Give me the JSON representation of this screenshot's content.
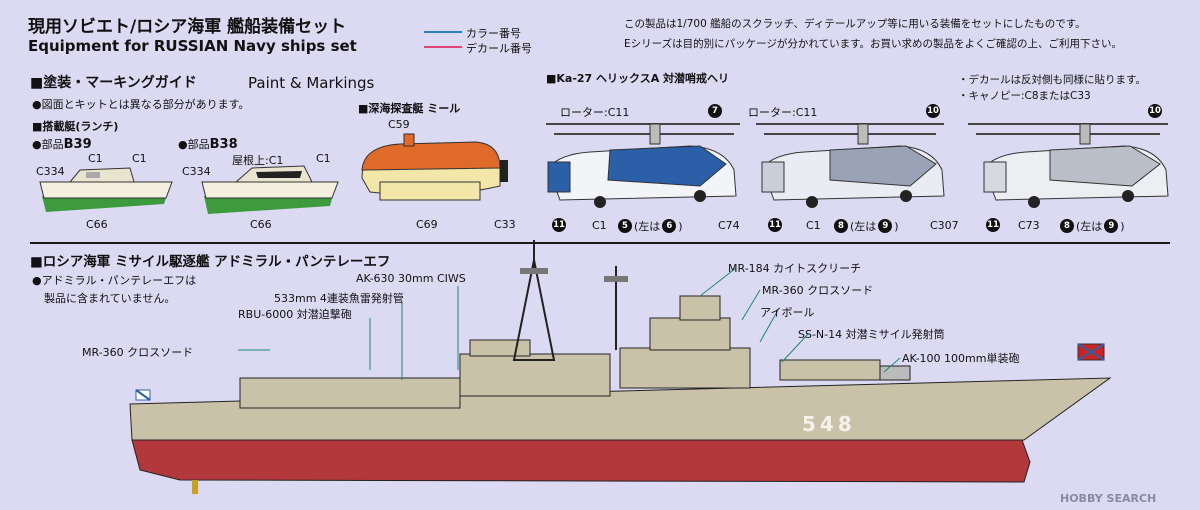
{
  "header": {
    "title_jp": "現用ソビエト/ロシア海軍 艦船装備セット",
    "title_en": "Equipment for RUSSIAN Navy ships set",
    "legend_color": "カラー番号",
    "legend_decal": "デカール番号",
    "legend_color_hex": "#2a7fc0",
    "legend_decal_hex": "#e0457a",
    "desc_line1": "この製品は1/700 艦船のスクラッチ、ディテールアップ等に用いる装備をセットにしたものです。",
    "desc_line2": "Eシリーズは目的別にパッケージが分かれています。お買い求めの製品をよくご確認の上、ご利用下さい。"
  },
  "paint": {
    "heading_jp": "■塗装・マーキングガイド",
    "heading_en": "Paint & Markings",
    "note": "●図面とキットとは異なる部分があります。"
  },
  "launch": {
    "heading": "■搭載艇(ランチ)",
    "b39_prefix": "●部品",
    "b39_part": "B39",
    "b38_prefix": "●部品",
    "b38_part": "B38",
    "b39_labels": {
      "c334": "C334",
      "c1a": "C1",
      "c1b": "C1",
      "c66": "C66"
    },
    "b38_labels": {
      "c334": "C334",
      "roof": "屋根上:C1",
      "c1": "C1",
      "c66": "C66"
    }
  },
  "sub": {
    "heading": "■深海探査艇 ミール",
    "c59": "C59",
    "c69": "C69",
    "c33": "C33"
  },
  "heli": {
    "heading": "■Ka-27 ヘリックスA 対潜哨戒ヘリ",
    "rotor1": "ローター:C11",
    "rotor2": "ローター:C11",
    "c1a": "C1",
    "c74": "C74",
    "c1b": "C1",
    "c307": "C307",
    "c73": "C73",
    "left_of": "(左は",
    "close": ")",
    "n7": "7",
    "n10": "10",
    "n11": "11",
    "n5": "5",
    "n6": "6",
    "n8": "8",
    "n9": "9",
    "note1": "・デカールは反対側も同様に貼ります。",
    "note2": "・キャノピー:C8またはC33"
  },
  "ship": {
    "heading": "■ロシア海軍 ミサイル駆逐艦 アドミラル・パンテレーエフ",
    "note1": "●アドミラル・パンテレーエフは",
    "note2": "製品に含まれていません。",
    "hull_number": "548",
    "labels": {
      "ak630": "AK-630 30mm CIWS",
      "torpedo": "533mm 4連装魚雷発射管",
      "rbu": "RBU-6000 対潜迫撃砲",
      "mr360a": "MR-360 クロスソード",
      "mr184": "MR-184 カイトスクリーチ",
      "mr360b": "MR-360 クロスソード",
      "eyeball": "アイボール",
      "ssn14": "SS-N-14 対潜ミサイル発射筒",
      "ak100": "AK-100 100mm単装砲"
    }
  },
  "watermark": "HOBBY SEARCH",
  "colors": {
    "hull_red": "#b3383c",
    "deck_gray": "#c9c2a9",
    "navy_blue": "#2b5fa8",
    "green": "#3d9a3d",
    "orange": "#e06a2a"
  }
}
